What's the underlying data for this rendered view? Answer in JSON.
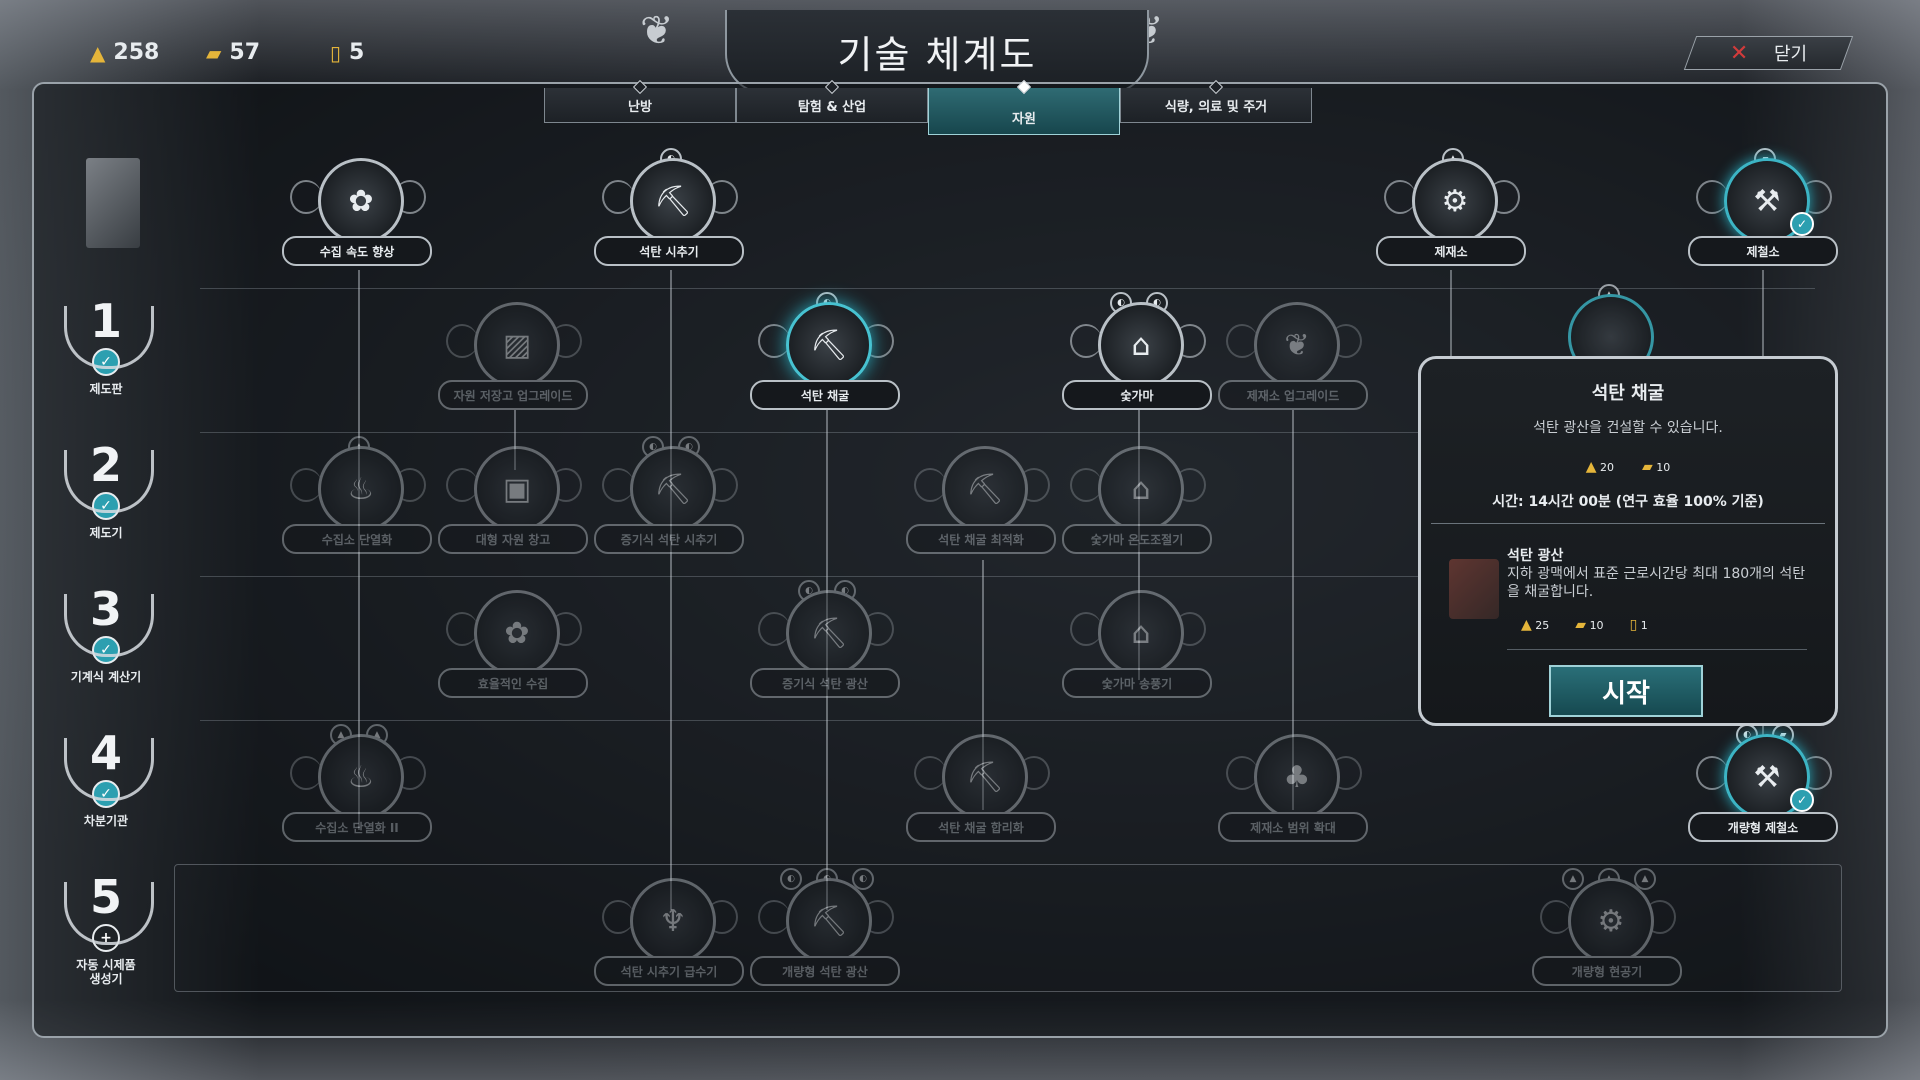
{
  "resources": [
    {
      "icon": "heat-icon",
      "glyph": "▲",
      "value": "258"
    },
    {
      "icon": "material-icon",
      "glyph": "▰",
      "value": "57"
    },
    {
      "icon": "steel-icon",
      "glyph": "▯",
      "value": "5"
    }
  ],
  "title": "기술 체계도",
  "close_label": "닫기",
  "tabs": [
    {
      "label": "난방"
    },
    {
      "label": "탐험 & 산업"
    },
    {
      "label": "자원",
      "active": true
    },
    {
      "label": "식량, 의료 및 주거"
    }
  ],
  "tiers": [
    {
      "num": "1",
      "label": "제도판",
      "state": "check"
    },
    {
      "num": "2",
      "label": "제도기",
      "state": "check"
    },
    {
      "num": "3",
      "label": "기계식 계산기",
      "state": "check"
    },
    {
      "num": "4",
      "label": "차분기관",
      "state": "check"
    },
    {
      "num": "5",
      "label": "자동 시제품\n생성기",
      "state": "plus"
    }
  ],
  "nodes": [
    {
      "label": "수집 속도 향상",
      "glyph": "✿",
      "state": "active"
    },
    {
      "label": "석탄 시추기",
      "glyph": "⛏",
      "state": "active"
    },
    {
      "label": "제재소",
      "glyph": "⚙",
      "state": "active"
    },
    {
      "label": "제철소",
      "glyph": "⚒",
      "state": "done"
    },
    {
      "label": "자원 저장고 업그레이드",
      "glyph": "▨",
      "state": "dim"
    },
    {
      "label": "석탄 채굴",
      "glyph": "⛏",
      "state": "sel"
    },
    {
      "label": "숯가마",
      "glyph": "⌂",
      "state": "active"
    },
    {
      "label": "제재소 업그레이드",
      "glyph": "❦",
      "state": "dim"
    },
    {
      "label": "수집소 단열화",
      "glyph": "♨",
      "state": "dim"
    },
    {
      "label": "대형 자원 창고",
      "glyph": "▣",
      "state": "dim"
    },
    {
      "label": "증기식 석탄 시추기",
      "glyph": "⛏",
      "state": "dim"
    },
    {
      "label": "석탄 채굴 최적화",
      "glyph": "⛏",
      "state": "dim"
    },
    {
      "label": "숯가마 온도조절기",
      "glyph": "⌂",
      "state": "dim"
    },
    {
      "label": "효율적인 수집",
      "glyph": "✿",
      "state": "dim"
    },
    {
      "label": "증기식 석탄 광산",
      "glyph": "⛏",
      "state": "dim"
    },
    {
      "label": "숯가마 송풍기",
      "glyph": "⌂",
      "state": "dim"
    },
    {
      "label": "수집소 단열화 II",
      "glyph": "♨",
      "state": "dim"
    },
    {
      "label": "석탄 채굴 합리화",
      "glyph": "⛏",
      "state": "dim"
    },
    {
      "label": "제재소 범위 확대",
      "glyph": "♣",
      "state": "dim"
    },
    {
      "label": "개량형 제철소",
      "glyph": "⚒",
      "state": "done"
    },
    {
      "label": "석탄 시추기 급수기",
      "glyph": "♆",
      "state": "dim"
    },
    {
      "label": "개량형 석탄 광산",
      "glyph": "⛏",
      "state": "dim"
    },
    {
      "label": "개량형 현공기",
      "glyph": "⚙",
      "state": "dim"
    }
  ],
  "popup": {
    "title": "석탄 채굴",
    "description": "석탄 광산을 건설할 수 있습니다.",
    "cost": [
      {
        "icon": "heat-icon",
        "glyph": "▲",
        "value": "20"
      },
      {
        "icon": "material-icon",
        "glyph": "▰",
        "value": "10"
      }
    ],
    "time": "시간: 14시간 00분 (연구 효율 100% 기준)",
    "building_name": "석탄 광산",
    "building_desc": "지하 광맥에서 표준 근로시간당 최대 180개의 석탄을 채굴합니다.",
    "building_cost": [
      {
        "icon": "heat-icon",
        "glyph": "▲",
        "value": "25"
      },
      {
        "icon": "material-icon",
        "glyph": "▰",
        "value": "10"
      },
      {
        "icon": "steel-icon",
        "glyph": "▯",
        "value": "1"
      }
    ],
    "start_label": "시작"
  },
  "colors": {
    "accent": "#2c9fb0",
    "gold": "#e5b53a"
  }
}
